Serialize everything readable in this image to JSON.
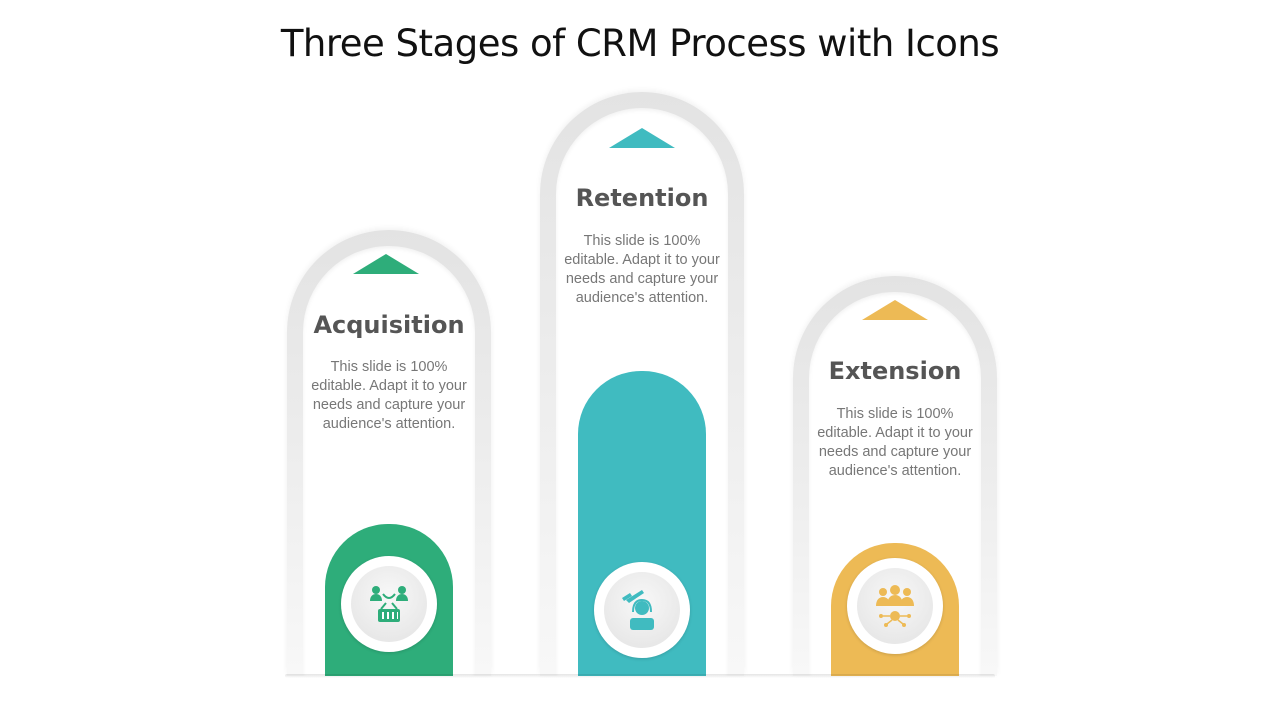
{
  "title": "Three Stages of CRM Process with Icons",
  "stages": [
    {
      "heading": "Acquisition",
      "description": "This slide is 100% editable. Adapt it to your needs and capture your audience's attention.",
      "color": "#2EAD7A",
      "icon": "customers-basket-icon"
    },
    {
      "heading": "Retention",
      "description": "This slide is 100% editable. Adapt it to your needs and capture your audience's attention.",
      "color": "#40BBC0",
      "icon": "protected-customer-icon"
    },
    {
      "heading": "Extension",
      "description": "This slide is 100% editable. Adapt it to your needs and capture your audience's attention.",
      "color": "#EDBA55",
      "icon": "group-network-icon"
    }
  ]
}
